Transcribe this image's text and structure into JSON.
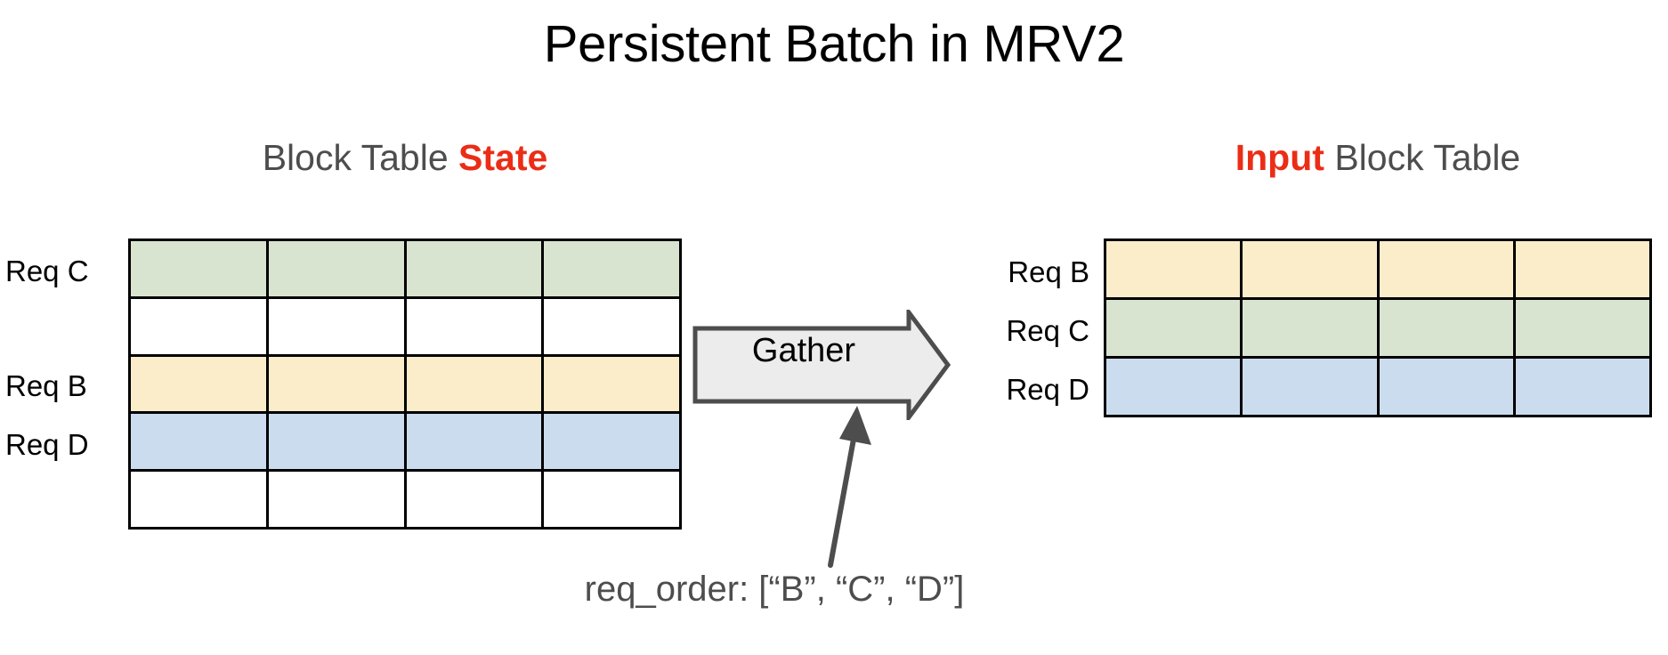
{
  "slide": {
    "title": "Persistent Batch in MRV2",
    "background_color": "#ffffff"
  },
  "colors": {
    "accent_red": "#eb2d16",
    "heading_gray": "#4d4d4d",
    "cell_green": "#d8e4d0",
    "cell_yellow": "#fbecca",
    "cell_blue": "#cbdcee",
    "cell_empty": "#ffffff",
    "grid_line": "#000000",
    "arrow_fill": "#ececec",
    "arrow_stroke": "#4d4d4d",
    "pointer": "#4d4d4d"
  },
  "left_panel": {
    "heading": {
      "prefix": "Block Table ",
      "accent": "State",
      "suffix": ""
    },
    "table": {
      "columns": 4,
      "rows": [
        {
          "label": "Req C",
          "color_key": "green",
          "occupied": true
        },
        {
          "label": "",
          "color_key": "empty",
          "occupied": false
        },
        {
          "label": "Req B",
          "color_key": "yellow",
          "occupied": true
        },
        {
          "label": "Req D",
          "color_key": "blue",
          "occupied": true
        },
        {
          "label": "",
          "color_key": "empty",
          "occupied": false
        }
      ]
    }
  },
  "operation": {
    "label": "Gather",
    "direction": "left-to-right"
  },
  "right_panel": {
    "heading": {
      "prefix": "",
      "accent": "Input",
      "suffix": " Block Table"
    },
    "table": {
      "columns": 4,
      "rows": [
        {
          "label": "Req B",
          "color_key": "yellow",
          "occupied": true
        },
        {
          "label": "Req C",
          "color_key": "green",
          "occupied": true
        },
        {
          "label": "Req D",
          "color_key": "blue",
          "occupied": true
        }
      ]
    }
  },
  "annotation": {
    "caption": "req_order: [“B”, “C”, “D”]",
    "order": [
      "B",
      "C",
      "D"
    ],
    "points_to": "gather-arrow"
  }
}
